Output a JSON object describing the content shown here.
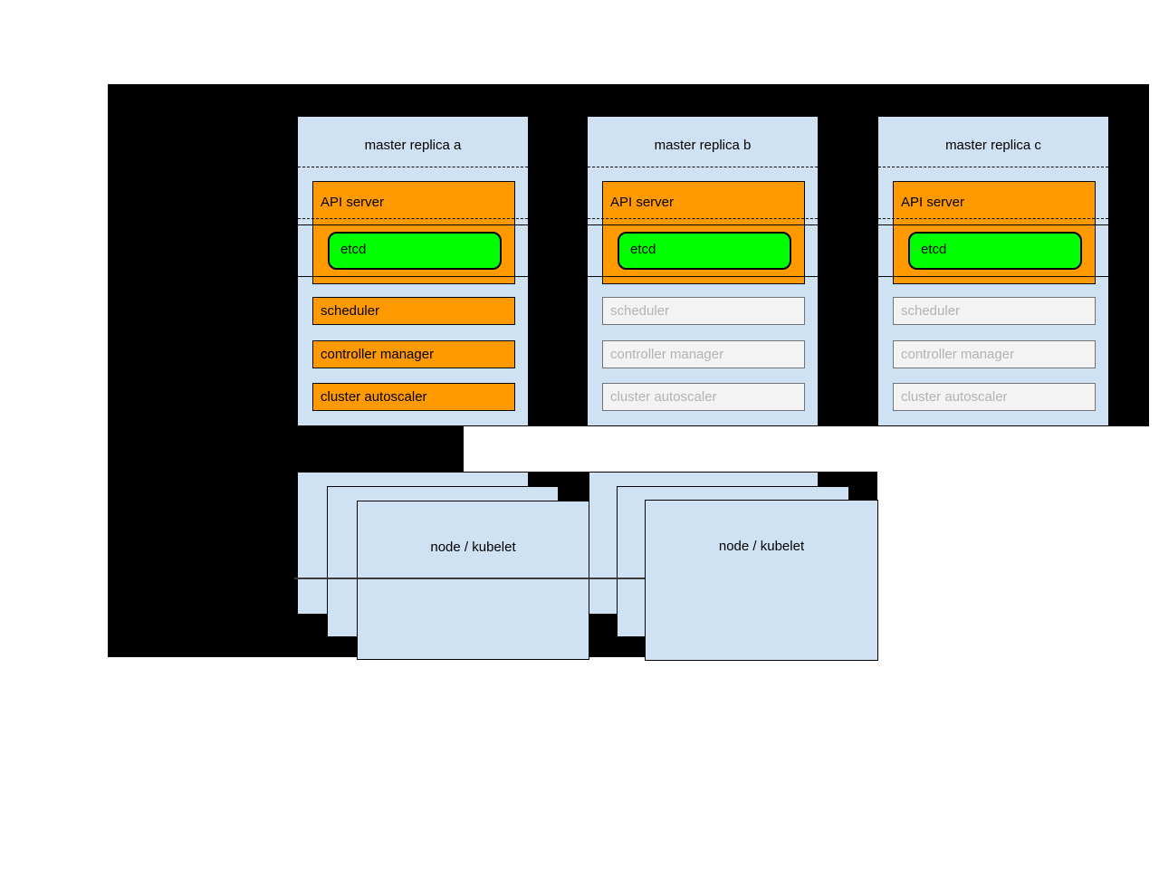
{
  "colors": {
    "background_black": "#000000",
    "panel_blue": "#cfe2f3",
    "active_orange": "#ff9900",
    "etcd_green": "#00ff00",
    "inactive_fill": "#f3f3f3",
    "inactive_border": "#737373",
    "inactive_text": "#b3b3b3"
  },
  "masters": [
    {
      "title": "master replica a",
      "api_server_label": "API server",
      "etcd_label": "etcd",
      "components": [
        {
          "label": "scheduler",
          "state": "active"
        },
        {
          "label": "controller manager",
          "state": "active"
        },
        {
          "label": "cluster autoscaler",
          "state": "active"
        }
      ]
    },
    {
      "title": "master replica b",
      "api_server_label": "API server",
      "etcd_label": "etcd",
      "components": [
        {
          "label": "scheduler",
          "state": "inactive"
        },
        {
          "label": "controller manager",
          "state": "inactive"
        },
        {
          "label": "cluster autoscaler",
          "state": "inactive"
        }
      ]
    },
    {
      "title": "master replica c",
      "api_server_label": "API server",
      "etcd_label": "etcd",
      "components": [
        {
          "label": "scheduler",
          "state": "inactive"
        },
        {
          "label": "controller manager",
          "state": "inactive"
        },
        {
          "label": "cluster autoscaler",
          "state": "inactive"
        }
      ]
    }
  ],
  "node_stacks": [
    {
      "label": "node / kubelet"
    },
    {
      "label": "node / kubelet"
    }
  ]
}
